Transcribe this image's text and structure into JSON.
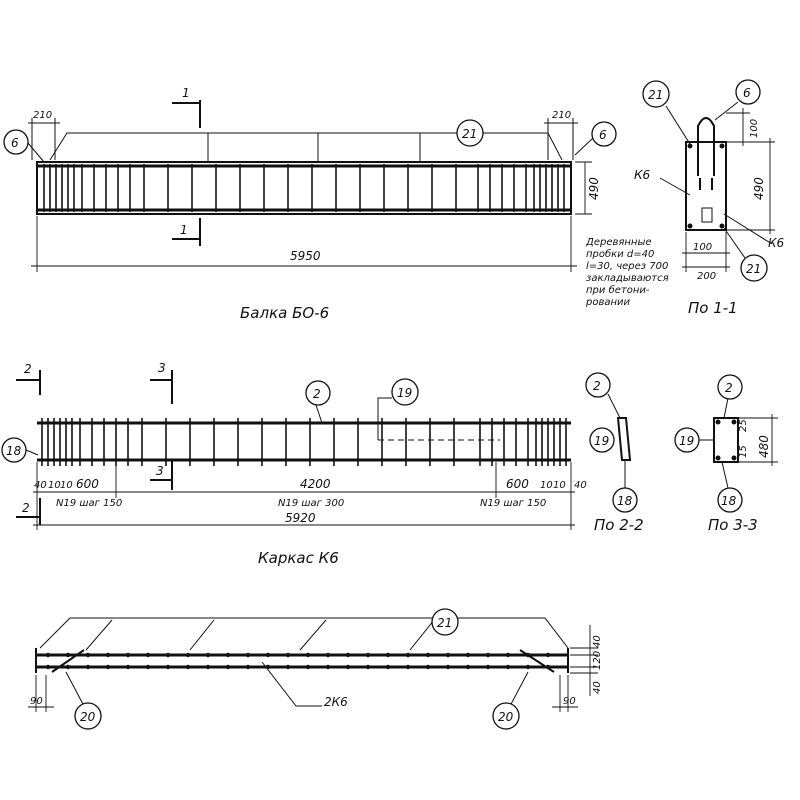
{
  "beam": {
    "title": "Балка БО-6",
    "length": "5950",
    "height": "490",
    "end_left": "210",
    "end_right": "210",
    "marks": {
      "left": "6",
      "right": "6",
      "mid": "21"
    },
    "section_mark": "1"
  },
  "section_1_1": {
    "title": "По 1-1",
    "dim_top": "100",
    "dim_height": "490",
    "dim_bottom_inner": "100",
    "dim_width": "200",
    "label_k6_left": "К6",
    "label_k6_right": "К6",
    "marks": {
      "top_left": "21",
      "top_right": "6",
      "bottom": "21"
    },
    "note_lines": [
      "Деревянные",
      "пробки d=40",
      "l=30, через 700",
      "закладываются",
      "при бетони-",
      "ровании"
    ]
  },
  "frame": {
    "title": "Каркас К6",
    "length": "5920",
    "mid_span": "4200",
    "spacing_left": "N19 шаг 150",
    "spacing_mid": "N19 шаг 300",
    "spacing_right": "N19 шаг 150",
    "seg_left": [
      "40",
      "10",
      "10",
      "600"
    ],
    "seg_right": [
      "600",
      "10",
      "10",
      "40"
    ],
    "marks": {
      "left": "18",
      "top": "2",
      "stirrup": "19"
    },
    "section_mark_2": "2",
    "section_mark_3": "3"
  },
  "section_2_2": {
    "title": "По 2-2",
    "marks": {
      "top": "2",
      "mid": "19",
      "bottom": "18"
    }
  },
  "section_3_3": {
    "title": "По 3-3",
    "dim_height": "480",
    "dim_a": "25",
    "dim_b": "15",
    "marks": {
      "top": "2",
      "side": "19",
      "bottom": "18"
    }
  },
  "plan": {
    "label_2k6": "2К6",
    "end_left": "90",
    "end_right": "90",
    "dim_right_top": "40",
    "dim_right_mid": "120",
    "dim_right_bottom": "40",
    "marks": {
      "top": "21",
      "left": "20",
      "right": "20"
    }
  }
}
